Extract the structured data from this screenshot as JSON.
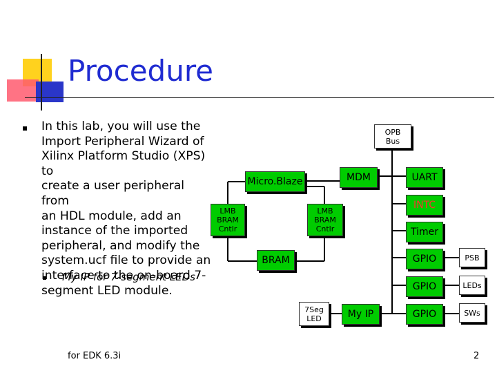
{
  "title": "Procedure",
  "bullet": {
    "main": "In this lab, you will use the\nImport Peripheral Wizard of\nXilinx Platform Studio (XPS) to\ncreate a user peripheral from\nan HDL module, add an\ninstance of the imported\nperipheral, and modify the\nsystem.ucf file to provide an\ninterface to the on-board 7-\nsegment LED module.",
    "sub": "My IP for 7-segment LEDs"
  },
  "footer": "for EDK 6.3i",
  "page_number": "2",
  "diagram": {
    "opb_bus": "OPB\nBus",
    "microblaze": "Micro.Blaze",
    "mdm": "MDM",
    "uart": "UART",
    "intc": "INTC",
    "lmb_left": "LMB\nBRAM\nCntlr",
    "lmb_right": "LMB\nBRAM\nCntlr",
    "timer": "Timer",
    "bram": "BRAM",
    "gpio1": "GPIO",
    "gpio2": "GPIO",
    "gpio3": "GPIO",
    "psb": "PSB",
    "leds": "LEDs",
    "sws": "SWs",
    "seg7": "7Seg\nLED",
    "myip": "My IP",
    "colors": {
      "block": "#00cc00",
      "title": "#1f2bd1",
      "intc_text": "#ff3030"
    }
  }
}
